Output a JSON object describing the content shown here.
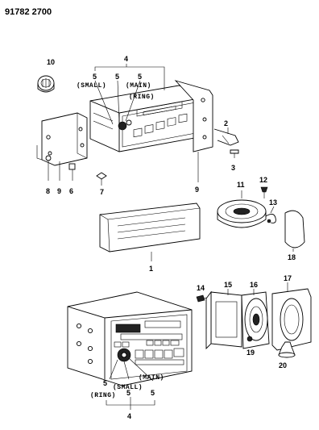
{
  "header": {
    "code": "91782 2700"
  },
  "callouts": {
    "small": "(SMALL)",
    "main": "(MAIN)",
    "ring": "(RING)"
  },
  "parts": {
    "p1": "1",
    "p2": "2",
    "p3": "3",
    "p4_top": "4",
    "p4_bottom": "4",
    "p5_top_a": "5",
    "p5_top_b": "5",
    "p5_top_c": "5",
    "p5_bot_a": "5",
    "p5_bot_b": "5",
    "p5_bot_c": "5",
    "p6": "6",
    "p7": "7",
    "p8": "8",
    "p9_left": "9",
    "p9_right": "9",
    "p10": "10",
    "p11": "11",
    "p12": "12",
    "p13": "13",
    "p14": "14",
    "p15": "15",
    "p16": "16",
    "p17": "17",
    "p18": "18",
    "p19": "19",
    "p20": "20"
  }
}
